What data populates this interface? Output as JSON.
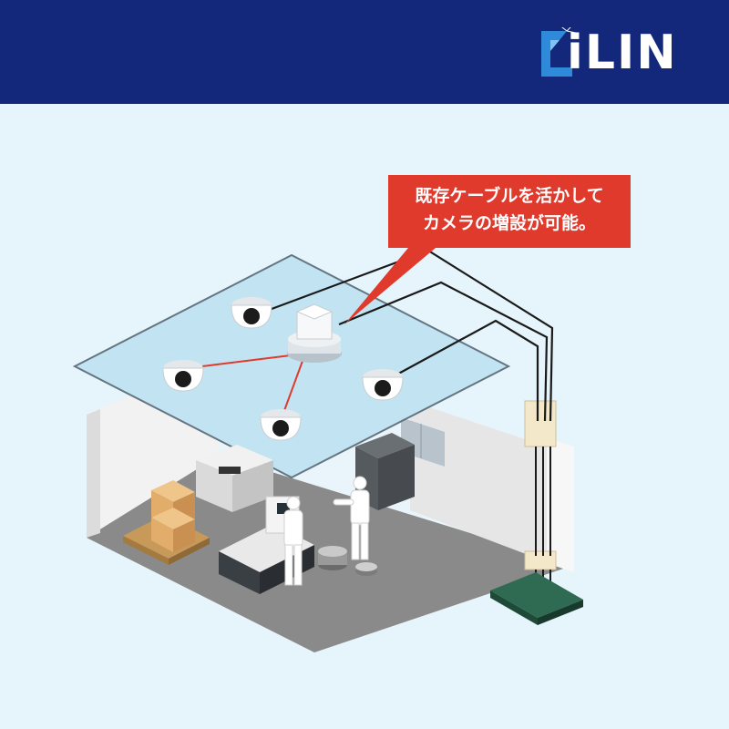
{
  "brand": {
    "name": "iLIN"
  },
  "callout": {
    "line1": "既存ケーブルを活かして",
    "line2": "カメラの増設が可能。"
  },
  "colors": {
    "header": "#13287a",
    "background": "#e6f4fb",
    "callout": "#e03a2d",
    "ceiling": "#bfe3f2",
    "floor": "#8b8b8b",
    "wall": "#ececec",
    "cable_black": "#1a1a1a",
    "cable_red": "#e03a2d",
    "logo_accent": "#2f8bd9"
  },
  "icons": [
    "dome-camera-icon",
    "network-hub-icon",
    "network-switch-icon",
    "cable-duct-icon",
    "worker-icon",
    "machine-icon",
    "box-icon"
  ]
}
